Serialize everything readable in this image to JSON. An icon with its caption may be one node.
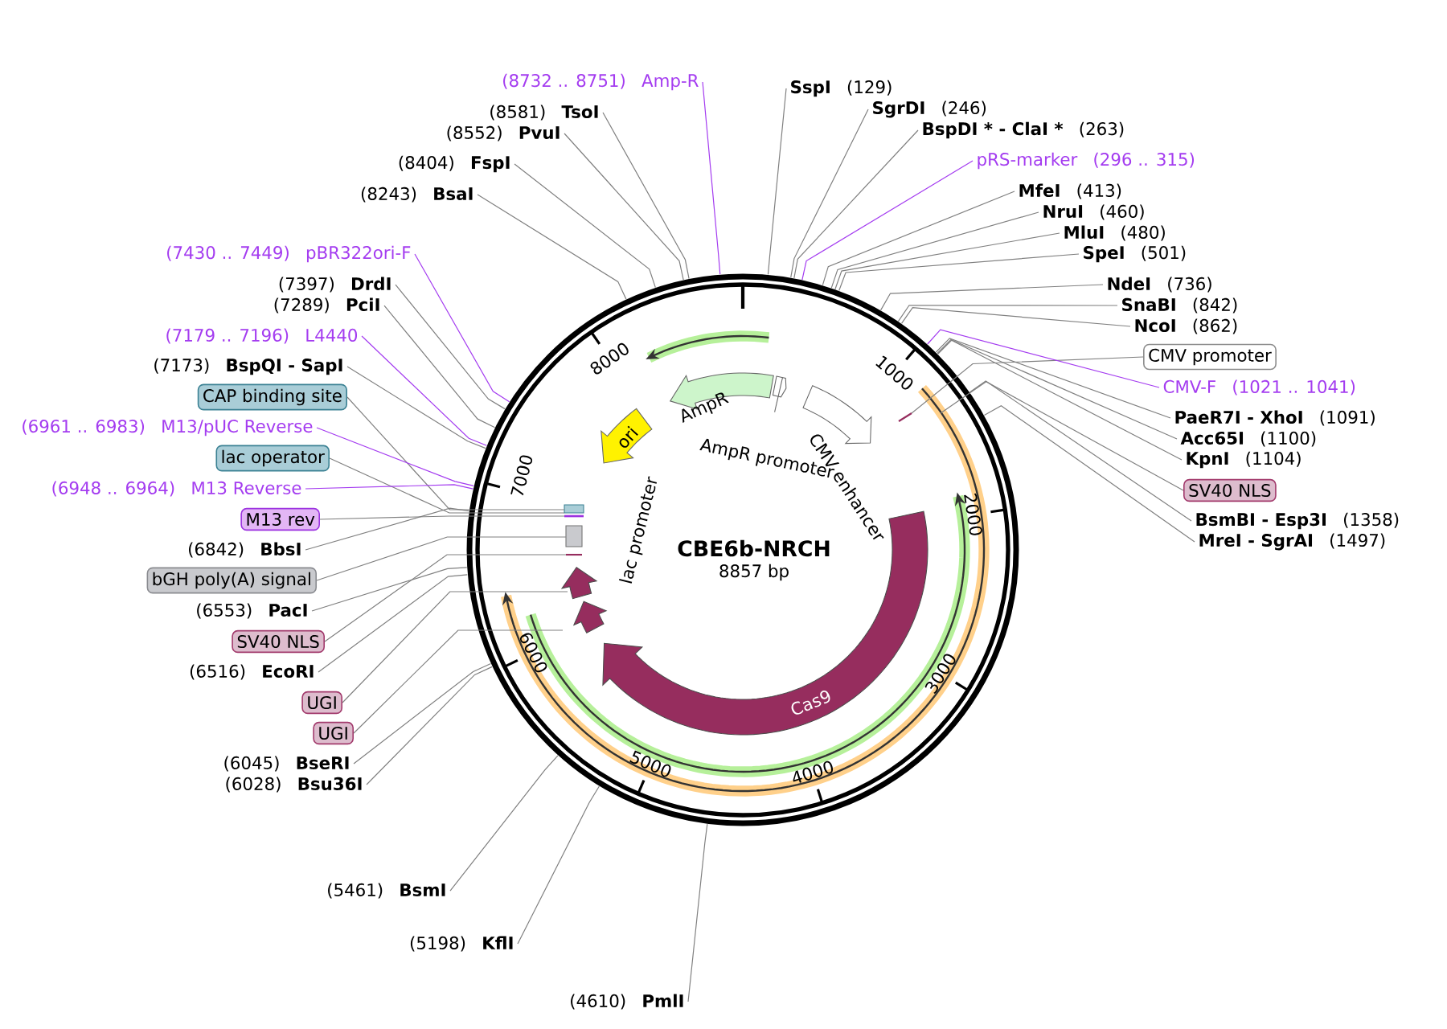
{
  "diagram": {
    "nodes": [
      {
        "text": [
          "(8732 .. 8751)",
          "Amp-R"
        ]
      },
      {
        "text": [
          "(8581)",
          "TsoI"
        ]
      },
      {
        "text": [
          "(8552)",
          "PvuI"
        ]
      },
      {
        "text": [
          "(8404)",
          "FspI"
        ]
      },
      {
        "text": [
          "(8243)",
          "BsaI"
        ]
      },
      {
        "text": [
          "(7430 .. 7449)",
          "pBR322ori-F"
        ]
      },
      {
        "text": [
          "(7397)",
          "DrdI"
        ]
      },
      {
        "text": [
          "(7289)",
          "PciI"
        ]
      },
      {
        "text": [
          "(7179 .. 7196)",
          "L4440"
        ]
      },
      {
        "text": [
          "(7173)",
          "BspQI - SapI"
        ]
      },
      {
        "text": [
          "CAP binding site"
        ]
      },
      {
        "text": [
          "(6961 .. 6983)",
          "M13/pUC Reverse"
        ]
      },
      {
        "text": [
          "lac operator"
        ]
      },
      {
        "text": [
          "(6948 .. 6964)",
          "M13 Reverse"
        ]
      },
      {
        "text": [
          "M13 rev"
        ]
      },
      {
        "text": [
          "(6842)",
          "BbsI"
        ]
      },
      {
        "text": [
          "bGH poly(A) signal"
        ]
      },
      {
        "text": [
          "(6553)",
          "PacI"
        ]
      },
      {
        "text": [
          "SV40 NLS"
        ]
      },
      {
        "text": [
          "(6516)",
          "EcoRI"
        ]
      },
      {
        "text": [
          "UGI"
        ]
      },
      {
        "text": [
          "UGI"
        ]
      },
      {
        "text": [
          "(6045)",
          "BseRI"
        ]
      },
      {
        "text": [
          "(6028)",
          "Bsu36I"
        ]
      },
      {
        "text": [
          "(5461)",
          "BsmI"
        ]
      },
      {
        "text": [
          "(5198)",
          "KflI"
        ]
      },
      {
        "text": [
          "(4610)",
          "PmlI"
        ]
      },
      {
        "text": [
          "SspI",
          "(129)"
        ]
      },
      {
        "text": [
          "SgrDI",
          "(246)"
        ]
      },
      {
        "text": [
          "BspDI * - ClaI *",
          "(263)"
        ]
      },
      {
        "text": [
          "pRS-marker",
          "(296 .. 315)"
        ]
      },
      {
        "text": [
          "MfeI",
          "(413)"
        ]
      },
      {
        "text": [
          "NruI",
          "(460)"
        ]
      },
      {
        "text": [
          "MluI",
          "(480)"
        ]
      },
      {
        "text": [
          "SpeI",
          "(501)"
        ]
      },
      {
        "text": [
          "NdeI",
          "(736)"
        ]
      },
      {
        "text": [
          "SnaBI",
          "(842)"
        ]
      },
      {
        "text": [
          "NcoI",
          "(862)"
        ]
      },
      {
        "text": [
          "CMV promoter"
        ]
      },
      {
        "text": [
          "CMV-F",
          "(1021 .. 1041)"
        ]
      },
      {
        "text": [
          "PaeR7I - XhoI",
          "(1091)"
        ]
      },
      {
        "text": [
          "Acc65I",
          "(1100)"
        ]
      },
      {
        "text": [
          "KpnI",
          "(1104)"
        ]
      },
      {
        "text": [
          "SV40 NLS"
        ]
      },
      {
        "text": [
          "BsmBI - Esp3I",
          "(1358)"
        ]
      },
      {
        "text": [
          "MreI - SgrAI",
          "(1497)"
        ]
      }
    ],
    "edges": [
      {
        "from": 0,
        "to": null,
        "arrow": "none",
        "color": "#a43cf0"
      },
      {
        "from": 1,
        "to": null,
        "arrow": "none"
      },
      {
        "from": 2,
        "to": null,
        "arrow": "none"
      },
      {
        "from": 3,
        "to": null,
        "arrow": "none"
      },
      {
        "from": 4,
        "to": null,
        "arrow": "none"
      },
      {
        "from": 5,
        "to": null,
        "arrow": "none",
        "color": "#a43cf0"
      },
      {
        "from": 6,
        "to": null,
        "arrow": "none"
      },
      {
        "from": 7,
        "to": null,
        "arrow": "none"
      },
      {
        "from": 8,
        "to": null,
        "arrow": "none",
        "color": "#a43cf0"
      },
      {
        "from": 9,
        "to": null,
        "arrow": "none"
      },
      {
        "from": 10,
        "to": null,
        "arrow": "none"
      },
      {
        "from": 11,
        "to": null,
        "arrow": "none",
        "color": "#a43cf0"
      },
      {
        "from": 12,
        "to": null,
        "arrow": "none"
      },
      {
        "from": 13,
        "to": null,
        "arrow": "none",
        "color": "#a43cf0"
      },
      {
        "from": 14,
        "to": null,
        "arrow": "none"
      },
      {
        "from": 15,
        "to": null,
        "arrow": "none"
      },
      {
        "from": 16,
        "to": null,
        "arrow": "none"
      },
      {
        "from": 17,
        "to": null,
        "arrow": "none"
      },
      {
        "from": 18,
        "to": null,
        "arrow": "none"
      },
      {
        "from": 19,
        "to": null,
        "arrow": "none"
      },
      {
        "from": 20,
        "to": null,
        "arrow": "none"
      },
      {
        "from": 21,
        "to": null,
        "arrow": "none"
      },
      {
        "from": 22,
        "to": null,
        "arrow": "none"
      },
      {
        "from": 23,
        "to": null,
        "arrow": "none"
      },
      {
        "from": 24,
        "to": null,
        "arrow": "none"
      },
      {
        "from": 25,
        "to": null,
        "arrow": "none"
      },
      {
        "from": 26,
        "to": null,
        "arrow": "none"
      },
      {
        "from": 27,
        "to": null,
        "arrow": "none"
      },
      {
        "from": 28,
        "to": null,
        "arrow": "none"
      },
      {
        "from": 29,
        "to": null,
        "arrow": "none"
      },
      {
        "from": 30,
        "to": null,
        "arrow": "none",
        "color": "#a43cf0"
      },
      {
        "from": 31,
        "to": null,
        "arrow": "none"
      },
      {
        "from": 32,
        "to": null,
        "arrow": "none"
      },
      {
        "from": 33,
        "to": null,
        "arrow": "none"
      },
      {
        "from": 34,
        "to": null,
        "arrow": "none"
      },
      {
        "from": 35,
        "to": null,
        "arrow": "none"
      },
      {
        "from": 36,
        "to": null,
        "arrow": "none"
      },
      {
        "from": 37,
        "to": null,
        "arrow": "none"
      },
      {
        "from": 38,
        "to": null,
        "arrow": "none"
      },
      {
        "from": 39,
        "to": null,
        "arrow": "none",
        "color": "#a43cf0"
      },
      {
        "from": 40,
        "to": null,
        "arrow": "none"
      },
      {
        "from": 41,
        "to": null,
        "arrow": "none"
      },
      {
        "from": 42,
        "to": null,
        "arrow": "none"
      },
      {
        "from": 43,
        "to": null,
        "arrow": "none"
      },
      {
        "from": 44,
        "to": null,
        "arrow": "none"
      },
      {
        "from": 45,
        "to": null,
        "arrow": "none"
      }
    ],
    "labels": [
      "CBE6b-NRCH",
      "8857 bp",
      "1000",
      "2000",
      "3000",
      "4000",
      "5000",
      "6000",
      "7000",
      "8000",
      "ori",
      "AmpR",
      "AmpR promoter",
      "CMV enhancer",
      "lac promoter",
      "Cas9"
    ]
  }
}
